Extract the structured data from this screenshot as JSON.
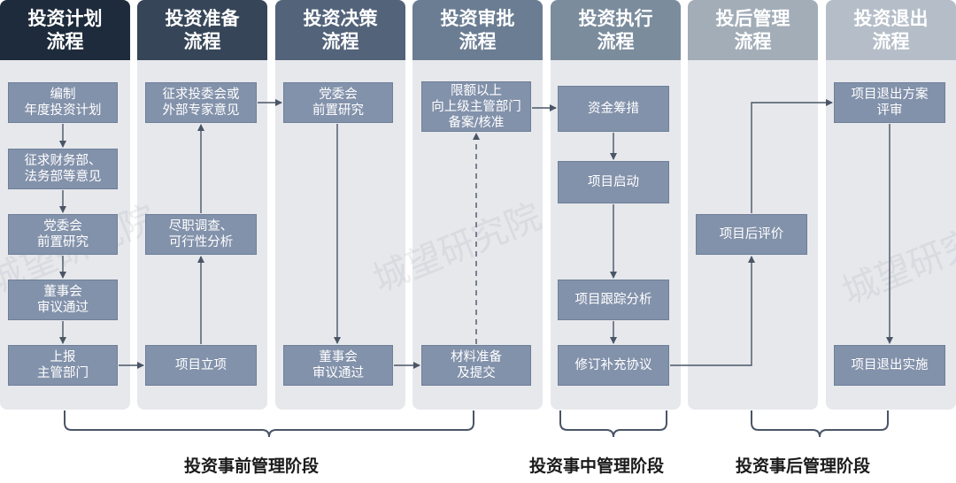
{
  "columns": [
    {
      "title": "投资计划\n流程",
      "color": "#1e2b3c"
    },
    {
      "title": "投资准备\n流程",
      "color": "#364658"
    },
    {
      "title": "投资决策\n流程",
      "color": "#52637a"
    },
    {
      "title": "投资审批\n流程",
      "color": "#6b7d93"
    },
    {
      "title": "投资执行\n流程",
      "color": "#7b8c9d"
    },
    {
      "title": "投后管理\n流程",
      "color": "#a2adb8"
    },
    {
      "title": "投资退出\n流程",
      "color": "#b5bec8"
    }
  ],
  "boxes": {
    "plan_1": "编制\n年度投资计划",
    "plan_2": "征求财务部、\n法务部等意见",
    "plan_3": "党委会\n前置研究",
    "plan_4": "董事会\n审议通过",
    "plan_5": "上报\n主管部门",
    "prep_1": "征求投委会或\n外部专家意见",
    "prep_2": "尽职调查、\n可行性分析",
    "prep_3": "项目立项",
    "dec_1": "党委会\n前置研究",
    "dec_2": "董事会\n审议通过",
    "appr_1": "限额以上\n向上级主管部门\n备案/核准",
    "appr_2": "材料准备\n及提交",
    "exec_1": "资金筹措",
    "exec_2": "项目启动",
    "exec_3": "项目跟踪分析",
    "exec_4": "修订补充协议",
    "post_1": "项目后评价",
    "exit_1": "项目退出方案\n评审",
    "exit_2": "项目退出实施"
  },
  "stages": {
    "pre": "投资事前管理阶段",
    "mid": "投资事中管理阶段",
    "post": "投资事后管理阶段"
  },
  "watermark": "城望研究院"
}
